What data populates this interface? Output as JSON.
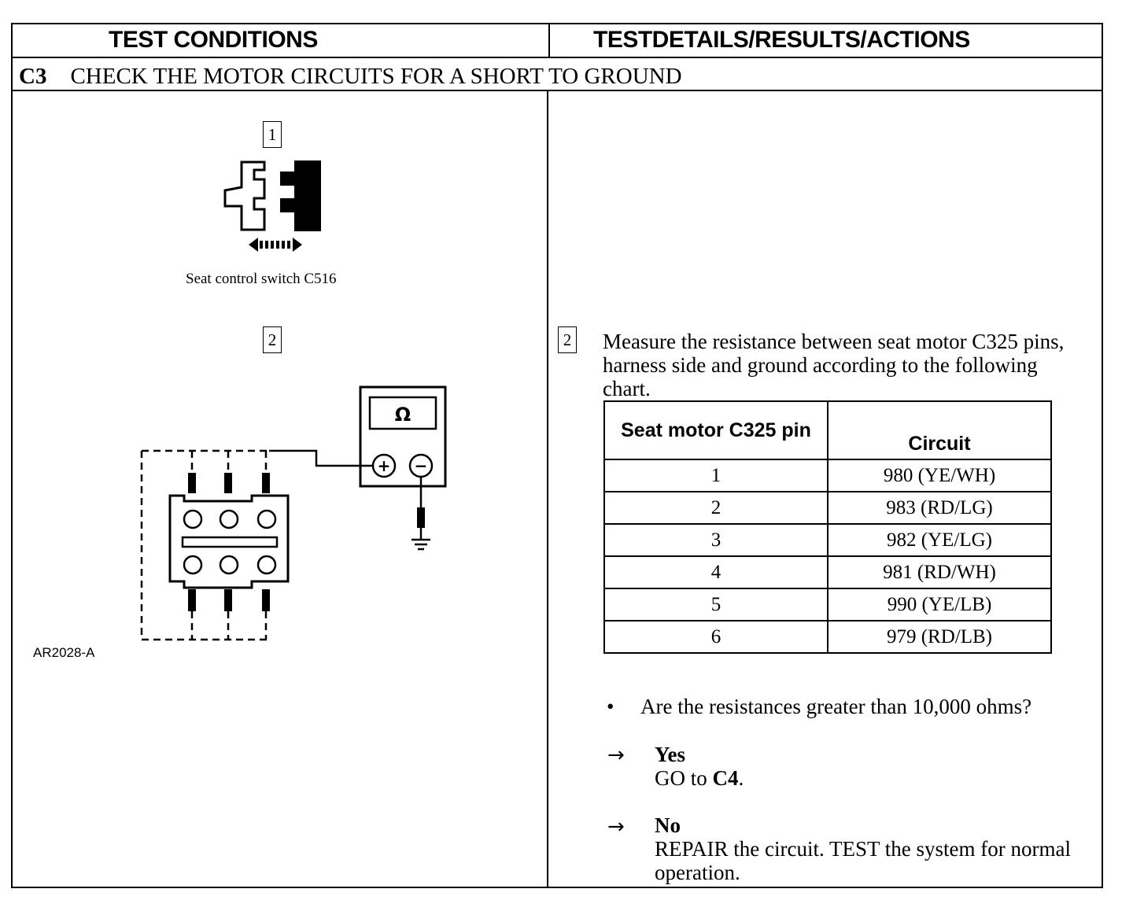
{
  "headers": {
    "left": "TEST CONDITIONS",
    "right": "TESTDETAILS/RESULTS/ACTIONS"
  },
  "step": {
    "code": "C3",
    "title": "CHECK THE MOTOR CIRCUITS FOR A SHORT TO GROUND"
  },
  "figure1": {
    "number": "1",
    "caption": "Seat control switch C516"
  },
  "figure2": {
    "number": "2",
    "meter_symbol": "Ω",
    "plus": "+",
    "minus": "−",
    "reference": "AR2028-A"
  },
  "details": {
    "step_number": "2",
    "instruction": "Measure the resistance between seat motor C325 pins, harness side and ground according to the following chart.",
    "table": {
      "col1_header": "Seat motor C325 pin",
      "col2_header": "Circuit",
      "rows": [
        {
          "pin": "1",
          "circuit": "980 (YE/WH)"
        },
        {
          "pin": "2",
          "circuit": "983 (RD/LG)"
        },
        {
          "pin": "3",
          "circuit": "982 (YE/LG)"
        },
        {
          "pin": "4",
          "circuit": "981 (RD/WH)"
        },
        {
          "pin": "5",
          "circuit": "990 (YE/LB)"
        },
        {
          "pin": "6",
          "circuit": "979 (RD/LB)"
        }
      ]
    },
    "question": "Are the resistances greater than 10,000 ohms?",
    "bullet": "•",
    "arrow": "→",
    "yes": {
      "label": "Yes",
      "action_text": "GO to ",
      "action_target": "C4",
      "action_end": "."
    },
    "no": {
      "label": "No",
      "action": "REPAIR the circuit. TEST the system for normal operation."
    }
  }
}
